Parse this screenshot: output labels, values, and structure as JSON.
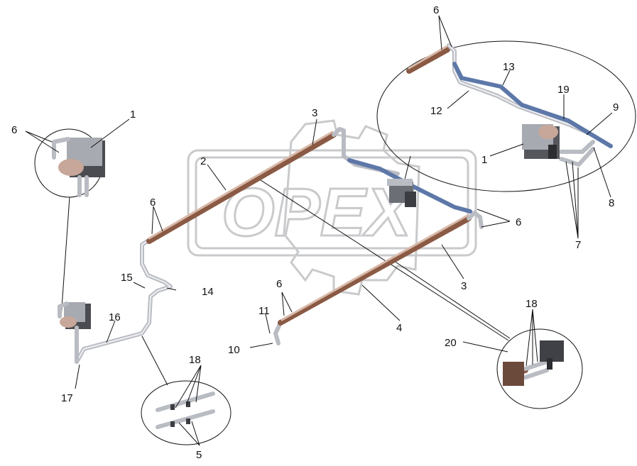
{
  "watermark": {
    "text": "OPEX"
  },
  "labels": [
    {
      "id": "l6a",
      "text": "6"
    },
    {
      "id": "l1a",
      "text": "1"
    },
    {
      "id": "l3a",
      "text": "3"
    },
    {
      "id": "l2",
      "text": "2"
    },
    {
      "id": "l6b",
      "text": "6"
    },
    {
      "id": "l15",
      "text": "15"
    },
    {
      "id": "l14",
      "text": "14"
    },
    {
      "id": "l16",
      "text": "16"
    },
    {
      "id": "l17",
      "text": "17"
    },
    {
      "id": "l18a",
      "text": "18"
    },
    {
      "id": "l5",
      "text": "5"
    },
    {
      "id": "l11",
      "text": "11"
    },
    {
      "id": "l10",
      "text": "10"
    },
    {
      "id": "l6c",
      "text": "6"
    },
    {
      "id": "l4",
      "text": "4"
    },
    {
      "id": "l3b",
      "text": "3"
    },
    {
      "id": "l6d",
      "text": "6"
    },
    {
      "id": "l6e",
      "text": "6"
    },
    {
      "id": "l13",
      "text": "13"
    },
    {
      "id": "l12",
      "text": "12"
    },
    {
      "id": "l19",
      "text": "19"
    },
    {
      "id": "l9",
      "text": "9"
    },
    {
      "id": "l1b",
      "text": "1"
    },
    {
      "id": "l8",
      "text": "8"
    },
    {
      "id": "l7",
      "text": "7"
    },
    {
      "id": "l18b",
      "text": "18"
    },
    {
      "id": "l20",
      "text": "20"
    }
  ]
}
